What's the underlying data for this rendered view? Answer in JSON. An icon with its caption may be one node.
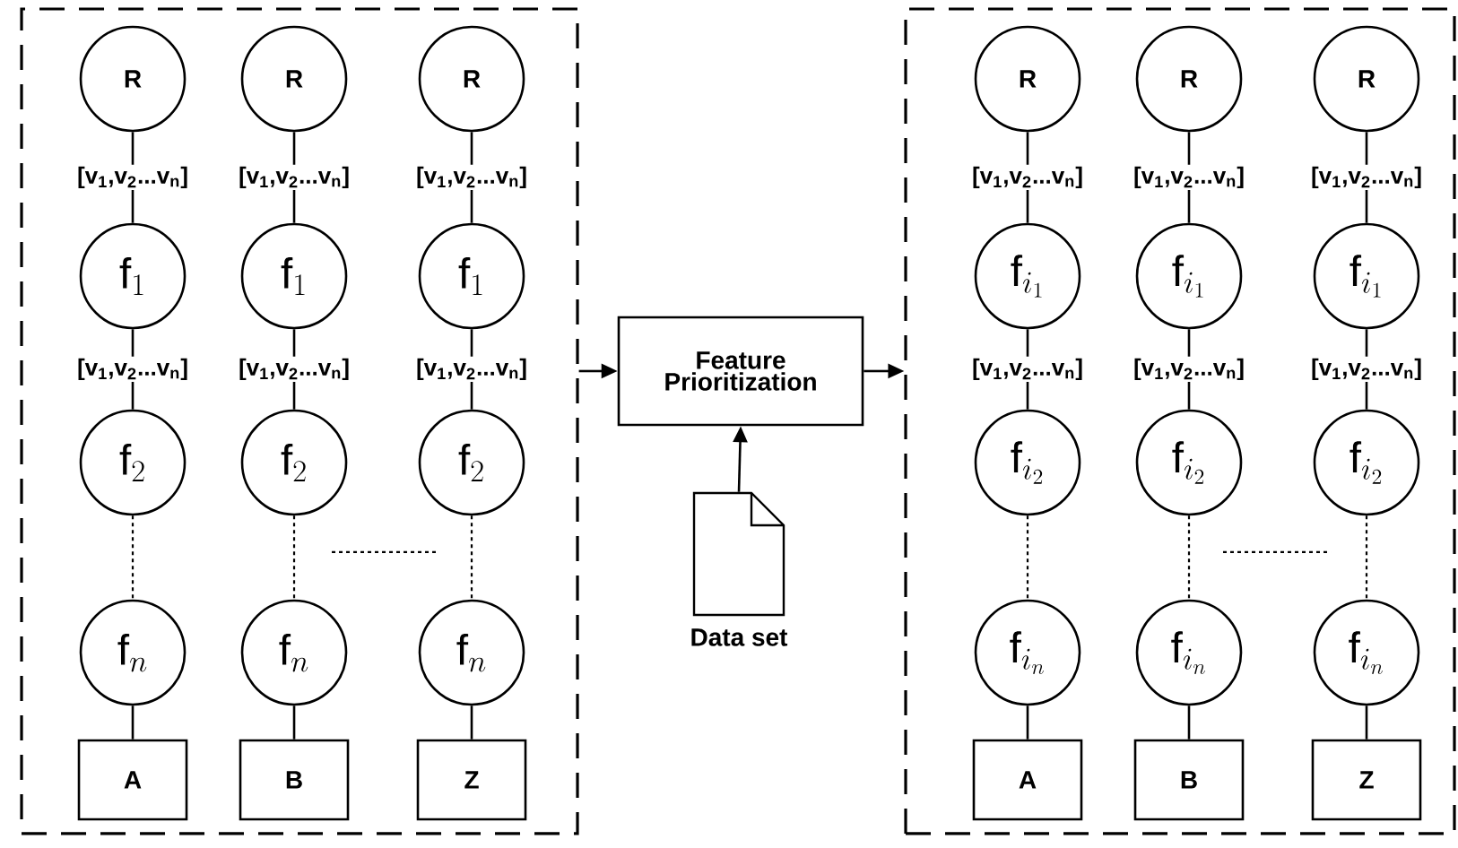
{
  "diagram": {
    "nodes": [
      {
        "text": [],
        "shape": "box"
      },
      {
        "text": [
          "R"
        ],
        "in": 0
      },
      {
        "text": [
          "\\mathrm{f}_1"
        ],
        "in": 0
      },
      {
        "text": [
          "\\mathrm{f}_2"
        ],
        "in": 0
      },
      {
        "text": [
          "\\mathrm{f}_{n}"
        ],
        "in": 0
      },
      {
        "text": [
          "A"
        ],
        "in": 0
      },
      {
        "text": [
          "R"
        ],
        "in": 0
      },
      {
        "text": [
          "\\mathrm{f}_1"
        ],
        "in": 0
      },
      {
        "text": [
          "\\mathrm{f}_2"
        ],
        "in": 0
      },
      {
        "text": [
          "\\mathrm{f}_{n}"
        ],
        "in": 0
      },
      {
        "text": [
          "B"
        ],
        "in": 0
      },
      {
        "text": [
          "R"
        ],
        "in": 0
      },
      {
        "text": [
          "\\mathrm{f}_1"
        ],
        "in": 0
      },
      {
        "text": [
          "\\mathrm{f}_2"
        ],
        "in": 0
      },
      {
        "text": [
          "\\mathrm{f}_{n}"
        ],
        "in": 0
      },
      {
        "text": [
          "Z"
        ],
        "in": 0
      },
      {
        "text": [
          "Feature Prioritization"
        ]
      },
      {
        "text": [
          "Data set"
        ]
      },
      {
        "text": [],
        "shape": "box"
      },
      {
        "text": [
          "R"
        ],
        "in": 18
      },
      {
        "text": [
          "\\mathrm{f}_{i_1}"
        ],
        "in": 18
      },
      {
        "text": [
          "\\mathrm{f}_{i_2}"
        ],
        "in": 18
      },
      {
        "text": [
          "\\mathrm{f}_{i_n}"
        ],
        "in": 18
      },
      {
        "text": [
          "A"
        ],
        "in": 18
      },
      {
        "text": [
          "R"
        ],
        "in": 18
      },
      {
        "text": [
          "\\mathrm{f}_{i_1}"
        ],
        "in": 18
      },
      {
        "text": [
          "\\mathrm{f}_{i_2}"
        ],
        "in": 18
      },
      {
        "text": [
          "\\mathrm{f}_{i_n}"
        ],
        "in": 18
      },
      {
        "text": [
          "B"
        ],
        "in": 18
      },
      {
        "text": [
          "R"
        ],
        "in": 18
      },
      {
        "text": [
          "\\mathrm{f}_{i_1}"
        ],
        "in": 18
      },
      {
        "text": [
          "\\mathrm{f}_{i_2}"
        ],
        "in": 18
      },
      {
        "text": [
          "\\mathrm{f}_{i_n}"
        ],
        "in": 18
      },
      {
        "text": [
          "Z"
        ],
        "in": 18
      }
    ],
    "edges": [
      {
        "from": 1,
        "to": 2,
        "arrow": "none",
        "label": "[v$_{1}$,v$_{2}$...v$_{n}$]"
      },
      {
        "from": 2,
        "to": 3,
        "arrow": "none",
        "label": "[v$_{1}$,v$_{2}$...v$_{n}$]"
      },
      {
        "from": 3,
        "to": 4,
        "arrow": "none",
        "style": "dashed"
      },
      {
        "from": 4,
        "to": 5,
        "arrow": "none"
      },
      {
        "from": 6,
        "to": 7,
        "arrow": "none",
        "label": "[v$_{1}$,v$_{2}$...v$_{n}$]"
      },
      {
        "from": 7,
        "to": 8,
        "arrow": "none",
        "label": "[v$_{1}$,v$_{2}$...v$_{n}$]"
      },
      {
        "from": 8,
        "to": 9,
        "arrow": "none",
        "style": "dashed"
      },
      {
        "from": 9,
        "to": 10,
        "arrow": "none"
      },
      {
        "from": 11,
        "to": 12,
        "arrow": "none",
        "label": "[v$_{1}$,v$_{2}$...v$_{n}$]"
      },
      {
        "from": 12,
        "to": 13,
        "arrow": "none",
        "label": "[v$_{1}$,v$_{2}$...v$_{n}$]"
      },
      {
        "from": 13,
        "to": 14,
        "arrow": "none",
        "style": "dashed"
      },
      {
        "from": 14,
        "to": 15,
        "arrow": "none"
      },
      {
        "from": 19,
        "to": 20,
        "arrow": "none",
        "label": "[v$_{1}$,v$_{2}$...v$_{n}$]"
      },
      {
        "from": 20,
        "to": 21,
        "arrow": "none",
        "label": "[v$_{1}$,v$_{2}$...v$_{n}$]"
      },
      {
        "from": 21,
        "to": 22,
        "arrow": "none",
        "style": "dashed"
      },
      {
        "from": 22,
        "to": 23,
        "arrow": "none"
      },
      {
        "from": 24,
        "to": 25,
        "arrow": "none",
        "label": "[v$_{1}$,v$_{2}$...v$_{n}$]"
      },
      {
        "from": 25,
        "to": 26,
        "arrow": "none",
        "label": "[v$_{1}$,v$_{2}$...v$_{n}$]"
      },
      {
        "from": 26,
        "to": 27,
        "arrow": "none",
        "style": "dashed"
      },
      {
        "from": 27,
        "to": 28,
        "arrow": "none"
      },
      {
        "from": 29,
        "to": 30,
        "arrow": "none",
        "label": "[v$_{1}$,v$_{2}$...v$_{n}$]"
      },
      {
        "from": 30,
        "to": 31,
        "arrow": "none",
        "label": "[v$_{1}$,v$_{2}$...v$_{n}$]"
      },
      {
        "from": 31,
        "to": 32,
        "arrow": "none",
        "style": "dashed"
      },
      {
        "from": 32,
        "to": 33,
        "arrow": "none"
      },
      {
        "from": 0,
        "to": 16,
        "arrow": "to"
      },
      {
        "from": 16,
        "to": 18,
        "arrow": "to"
      },
      {
        "from": 17,
        "to": 16,
        "arrow": "to"
      }
    ]
  }
}
